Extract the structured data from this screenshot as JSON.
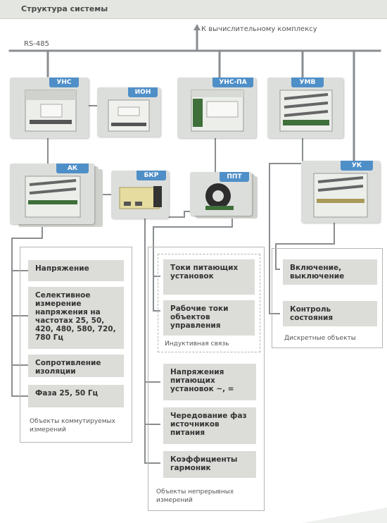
{
  "header": {
    "title": "Структура системы"
  },
  "bus": {
    "label": "RS-485",
    "uplink_label": "К вычислительному комплексу"
  },
  "devices": {
    "uns": "УНС",
    "ion": "ИОН",
    "uns_pa": "УНС-ПА",
    "umv": "УМВ",
    "ak": "АК",
    "bkr": "БКР",
    "ppt": "ППТ",
    "uk": "УК"
  },
  "groups": {
    "switched": {
      "caption": "Объекты коммутируемых измерений",
      "items": [
        "Напряжение",
        "Селективное измерение напряжения на частотах 25, 50, 420, 480, 580, 720, 780 Гц",
        "Сопротивление изоляции",
        "Фаза 25, 50 Гц"
      ]
    },
    "inductive": {
      "caption": "Индуктивная связь",
      "items": [
        "Токи питающих установок",
        "Рабочие токи объектов управления"
      ]
    },
    "continuous": {
      "caption": "Объекты непрерывных измерений",
      "items": [
        "Напряжения питающих установок ~, =",
        "Чередование фаз источников питания",
        "Коэффициенты гармоник"
      ]
    },
    "discrete": {
      "caption": "Дискретные объекты",
      "items": [
        "Включение, выключение",
        "Контроль состояния"
      ]
    }
  },
  "colors": {
    "wire": "#8a8d90",
    "tag": "#4f8fc8",
    "item_bg": "#dcddd9"
  }
}
